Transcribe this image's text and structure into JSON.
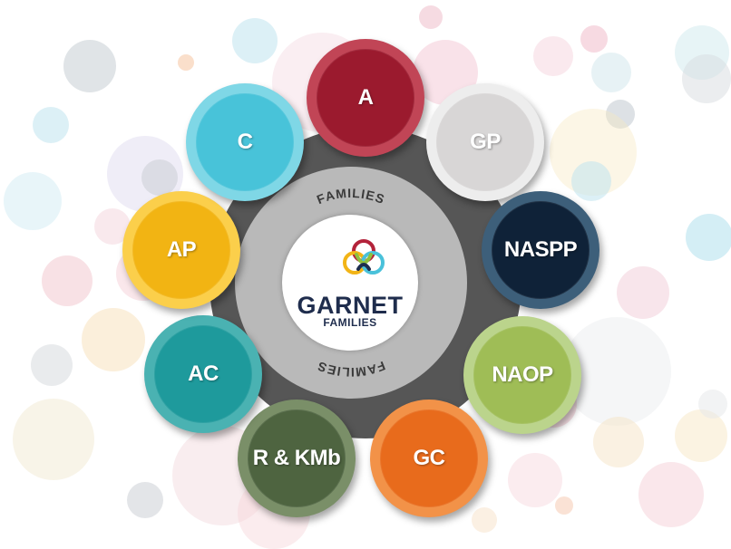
{
  "center": {
    "title": "GARNET",
    "subtitle": "FAMILIES",
    "ring_top": "FAMILIES",
    "ring_bottom": "FAMILIES",
    "logo_icon": "garnet-knot-logo",
    "logo_colors": [
      "#b3223a",
      "#f2b416",
      "#49c1da",
      "#1e2d4e",
      "#8fbf3f",
      "#e86b1e"
    ]
  },
  "families": [
    {
      "label": "A",
      "outer": "#c14556",
      "inner": "#9b1a2e"
    },
    {
      "label": "GP",
      "outer": "#ededed",
      "inner": "#d8d6d6"
    },
    {
      "label": "NASPP",
      "outer": "#3d5f7a",
      "inner": "#0f2238"
    },
    {
      "label": "NAOP",
      "outer": "#bbd48c",
      "inner": "#9fbd56"
    },
    {
      "label": "GC",
      "outer": "#f29248",
      "inner": "#e86b1c"
    },
    {
      "label": "R & KMb",
      "outer": "#7a8f68",
      "inner": "#4e6440"
    },
    {
      "label": "AC",
      "outer": "#4ab2b2",
      "inner": "#1e9a9c"
    },
    {
      "label": "AP",
      "outer": "#fbcf4b",
      "inner": "#f2b413"
    },
    {
      "label": "C",
      "outer": "#7fd7e6",
      "inner": "#48c3d9"
    }
  ],
  "colors": {
    "gear": "#565656",
    "ring": "#b9b9b9",
    "ring_text": "#3a3a3a"
  }
}
